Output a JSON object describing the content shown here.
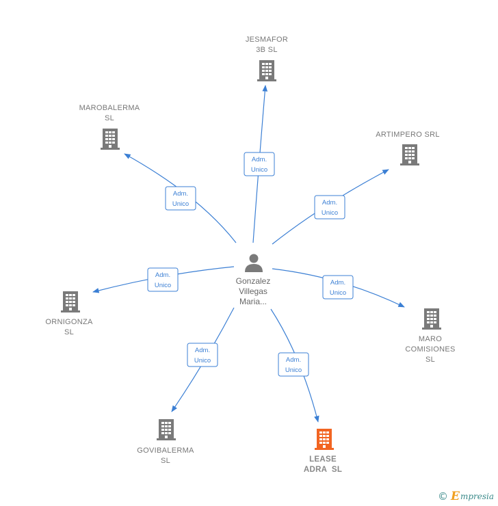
{
  "center": {
    "label_lines": [
      "Gonzalez",
      "Villegas",
      "Maria..."
    ]
  },
  "colors": {
    "edge": "#3b7fd4",
    "building": "#7a7a7a",
    "highlight": "#f26522",
    "person": "#7a7a7a"
  },
  "edge_label_lines": [
    "Adm.",
    "Unico"
  ],
  "nodes": [
    {
      "id": "jesmafor",
      "label_lines": [
        "JESMAFOR",
        "3B SL"
      ],
      "highlight": false
    },
    {
      "id": "marobalerma",
      "label_lines": [
        "MAROBALERMA",
        "SL"
      ],
      "highlight": false
    },
    {
      "id": "artimpero",
      "label_lines": [
        "ARTIMPERO SRL"
      ],
      "highlight": false
    },
    {
      "id": "ornigonza",
      "label_lines": [
        "ORNIGONZA",
        "SL"
      ],
      "highlight": false
    },
    {
      "id": "maro",
      "label_lines": [
        "MARO",
        "COMISIONES",
        "SL"
      ],
      "highlight": false
    },
    {
      "id": "govibalerma",
      "label_lines": [
        "GOVIBALERMA",
        "SL"
      ],
      "highlight": false
    },
    {
      "id": "lease",
      "label_lines": [
        "LEASE",
        "ADRA  SL"
      ],
      "highlight": true
    }
  ],
  "footer": {
    "copyright": "©",
    "brand_initial": "E",
    "brand_rest": "mpresia"
  }
}
